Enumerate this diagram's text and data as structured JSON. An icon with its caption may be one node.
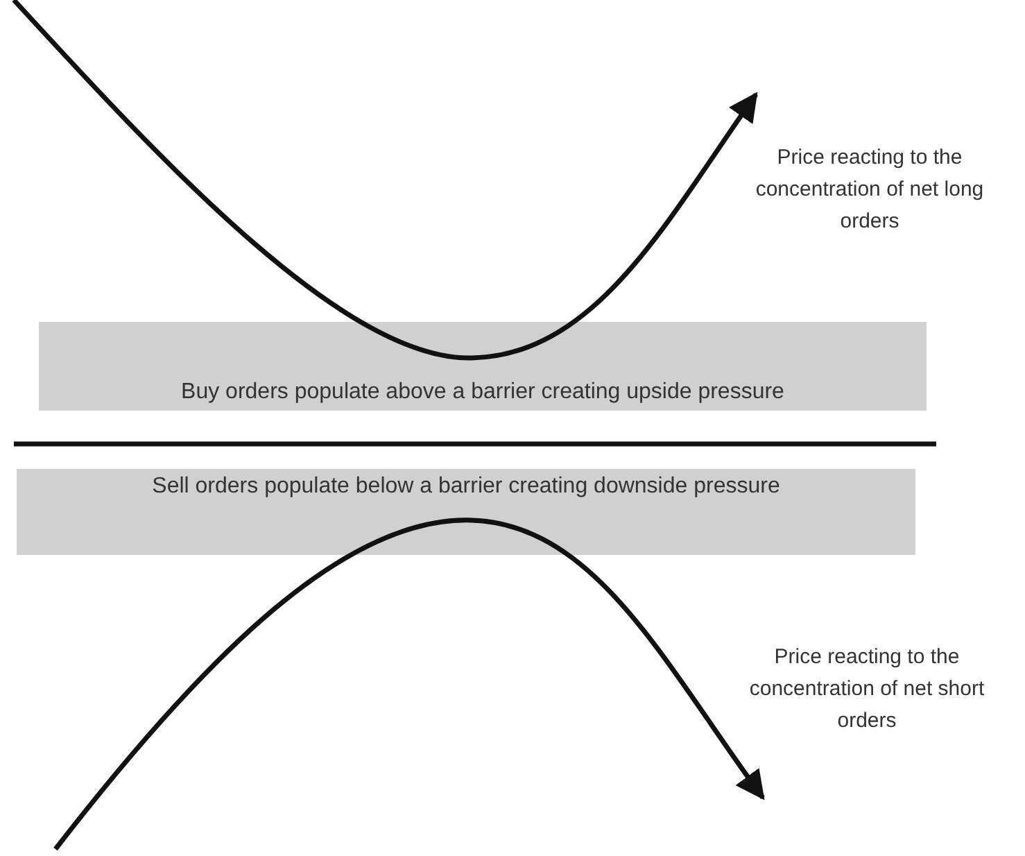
{
  "diagram": {
    "nodes": [
      {
        "text": [
          "Buy orders populate above a barrier creating upside pressure"
        ]
      },
      {
        "text": [
          "Sell orders populate below a barrier creating downside pressure"
        ]
      }
    ],
    "labels": [
      "Price reacting to the concentration of net long orders",
      "Price reacting to the concentration of net short orders"
    ]
  }
}
